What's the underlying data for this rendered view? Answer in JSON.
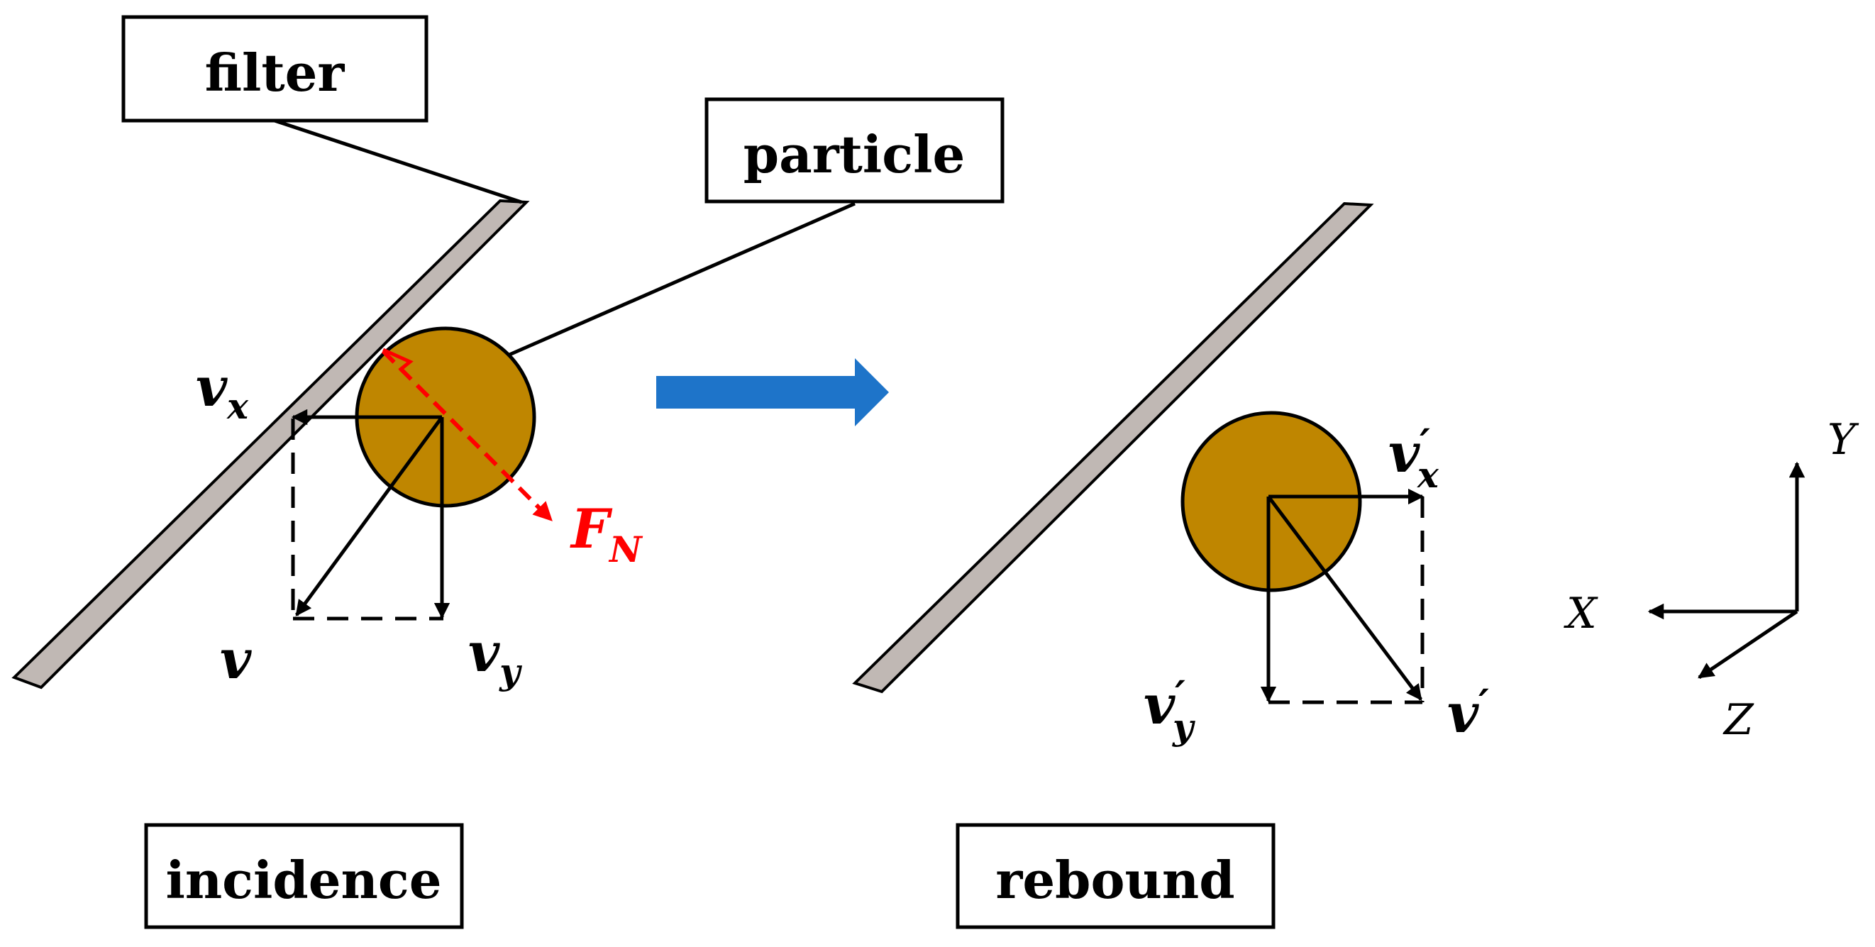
{
  "labels": {
    "filter": "filter",
    "particle": "particle",
    "incidence": "incidence",
    "rebound": "rebound"
  },
  "vectors": {
    "v_x": {
      "base": "v",
      "sub": "x"
    },
    "v": {
      "base": "v"
    },
    "v_y": {
      "base": "v",
      "sub": "y"
    },
    "F_N": {
      "base": "F",
      "sub": "N"
    },
    "v_x_prime": {
      "base": "v",
      "prime": "′",
      "sub": "x"
    },
    "v_y_prime": {
      "base": "v",
      "prime": "′",
      "sub": "y"
    },
    "v_prime": {
      "base": "v",
      "prime": "′"
    }
  },
  "axes": {
    "x": "X",
    "y": "Y",
    "z": "Z"
  },
  "colors": {
    "filter_fill": "#c0b8b4",
    "particle_fill": "#bf8600",
    "transition_arrow": "#1e74c9",
    "normal_force": "#ff0000",
    "stroke": "#000000"
  }
}
